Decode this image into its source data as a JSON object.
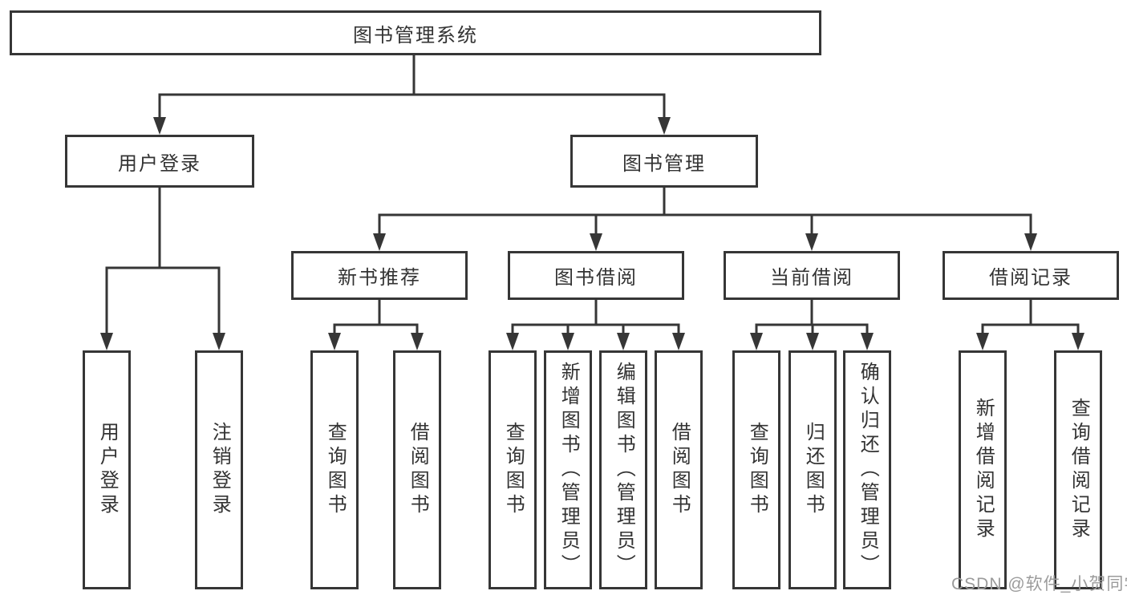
{
  "tree": {
    "label": "图书管理系统",
    "children": [
      {
        "label": "用户登录",
        "children": [
          {
            "label": "用户登录"
          },
          {
            "label": "注销登录"
          }
        ]
      },
      {
        "label": "图书管理",
        "children": [
          {
            "label": "新书推荐",
            "children": [
              {
                "label": "查询图书"
              },
              {
                "label": "借阅图书"
              }
            ]
          },
          {
            "label": "图书借阅",
            "children": [
              {
                "label": "查询图书"
              },
              {
                "label": "新增图书（管理员）"
              },
              {
                "label": "编辑图书（管理员）"
              },
              {
                "label": "借阅图书"
              }
            ]
          },
          {
            "label": "当前借阅",
            "children": [
              {
                "label": "查询图书"
              },
              {
                "label": "归还图书"
              },
              {
                "label": "确认归还（管理员）"
              }
            ]
          },
          {
            "label": "借阅记录",
            "children": [
              {
                "label": "新增借阅记录"
              },
              {
                "label": "查询借阅记录"
              }
            ]
          }
        ]
      }
    ]
  },
  "watermark": {
    "text": "CSDN @软件_小贺同学",
    "color": "#9b9b9b"
  },
  "colors": {
    "border": "#363636",
    "text": "#333333",
    "line": "#363636",
    "background": "#ffffff"
  }
}
